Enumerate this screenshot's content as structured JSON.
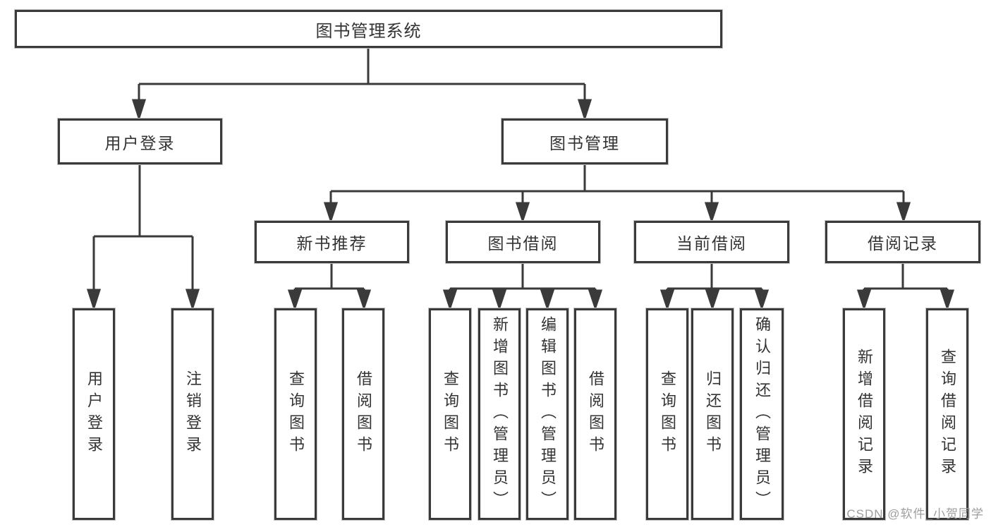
{
  "diagram": {
    "root_label": "图书管理系统",
    "user_login": {
      "label": "用户登录",
      "children": [
        "用户登录",
        "注销登录"
      ]
    },
    "book_mgmt": {
      "label": "图书管理"
    },
    "new_books": {
      "label": "新书推荐",
      "children": [
        "查询图书",
        "借阅图书"
      ]
    },
    "book_borrow": {
      "label": "图书借阅",
      "children": [
        "查询图书",
        "新增图书（管理员）",
        "编辑图书（管理员）",
        "借阅图书"
      ]
    },
    "current_borrow": {
      "label": "当前借阅",
      "children": [
        "查询图书",
        "归还图书",
        "确认归还（管理员）"
      ]
    },
    "borrow_records": {
      "label": "借阅记录",
      "children": [
        "新增借阅记录",
        "查询借阅记录"
      ]
    }
  },
  "watermark": "CSDN @软件_小贺同学",
  "colors": {
    "line": "#3a3a3a",
    "text": "#333333",
    "watermark": "#9e9e9e",
    "background": "#ffffff"
  }
}
